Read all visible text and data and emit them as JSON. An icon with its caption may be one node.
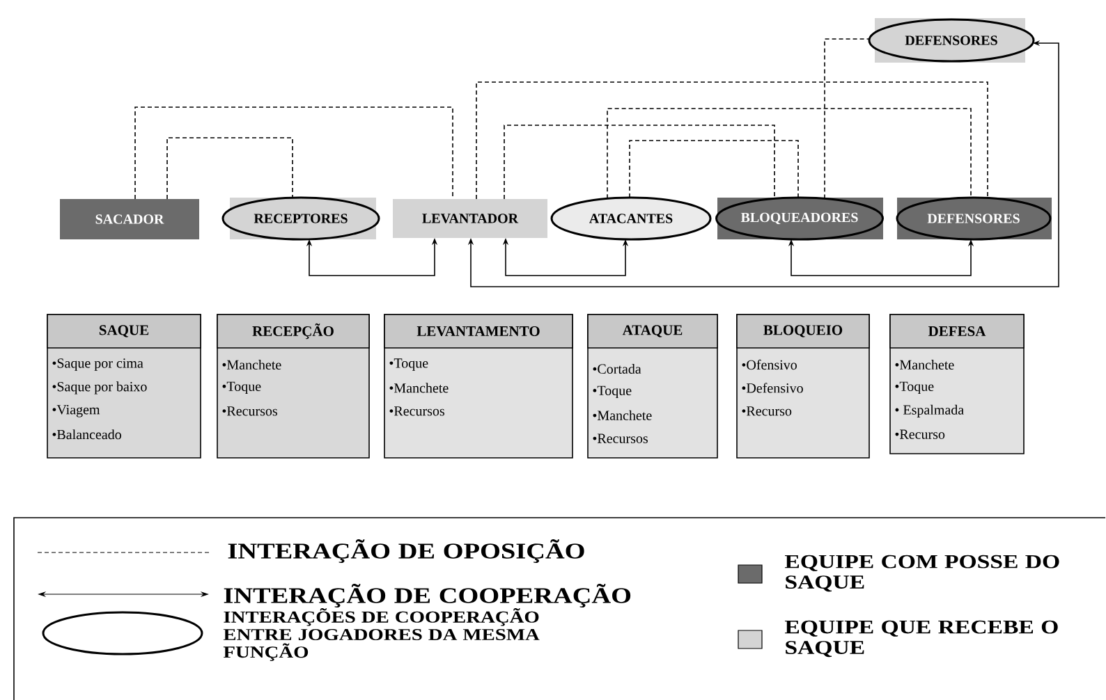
{
  "diagram": {
    "nodes": [
      {
        "text": [
          "DEFENSORES"
        ]
      },
      {
        "text": [
          "SACADOR"
        ]
      },
      {
        "text": [
          "RECEPTORES"
        ]
      },
      {
        "text": [
          "LEVANTADOR"
        ]
      },
      {
        "text": [
          "ATACANTES"
        ]
      },
      {
        "text": [
          "BLOQUEADORES"
        ]
      },
      {
        "text": [
          "DEFENSORES"
        ]
      },
      {
        "text": [
          "SAQUE",
          "•Saque por cima",
          "•Saque por baixo",
          "•Viagem",
          "•Balanceado"
        ]
      },
      {
        "text": [
          "RECEPÇÃO",
          "•Manchete",
          "•Toque",
          "•Recursos"
        ]
      },
      {
        "text": [
          "LEVANTAMENTO",
          "•Toque",
          "•Manchete",
          "•Recursos"
        ]
      },
      {
        "text": [
          "ATAQUE",
          "•Cortada",
          "•Toque",
          "•Manchete",
          "•Recursos"
        ]
      },
      {
        "text": [
          "BLOQUEIO",
          "•Ofensivo",
          "•Defensivo",
          "•Recurso"
        ]
      },
      {
        "text": [
          "DEFESA",
          "•Manchete",
          "•Toque",
          "• Espalmada",
          "•Recurso"
        ]
      }
    ],
    "edges": [
      {
        "from": 1,
        "to": 3,
        "arrow": "none",
        "style": "dashed"
      },
      {
        "from": 1,
        "to": 2,
        "arrow": "none",
        "style": "dashed"
      },
      {
        "from": 3,
        "to": 6,
        "arrow": "none",
        "style": "dashed"
      },
      {
        "from": 3,
        "to": 5,
        "arrow": "none",
        "style": "dashed"
      },
      {
        "from": 4,
        "to": 6,
        "arrow": "none",
        "style": "dashed"
      },
      {
        "from": 4,
        "to": 5,
        "arrow": "none",
        "style": "dashed"
      },
      {
        "from": 5,
        "to": 0,
        "arrow": "none",
        "style": "dashed"
      },
      {
        "from": 2,
        "to": 3,
        "arrow": "both"
      },
      {
        "from": 3,
        "to": 4,
        "arrow": "both"
      },
      {
        "from": 5,
        "to": 6,
        "arrow": "both"
      },
      {
        "from": 3,
        "to": 0,
        "arrow": "both"
      }
    ],
    "legend": [
      {
        "text": "INTERAÇÃO DE OPOSIÇÃO"
      },
      {
        "text": "INTERAÇÃO DE COOPERAÇÃO"
      },
      {
        "text": "INTERAÇÕES DE COOPERAÇÃO ENTRE JOGADORES DA MESMA FUNÇÃO"
      },
      {
        "text": "EQUIPE COM POSSE DO SAQUE",
        "color": "#6b6b6b"
      },
      {
        "text": "EQUIPE QUE RECEBE O SAQUE",
        "color": "#d4d4d4"
      }
    ]
  }
}
